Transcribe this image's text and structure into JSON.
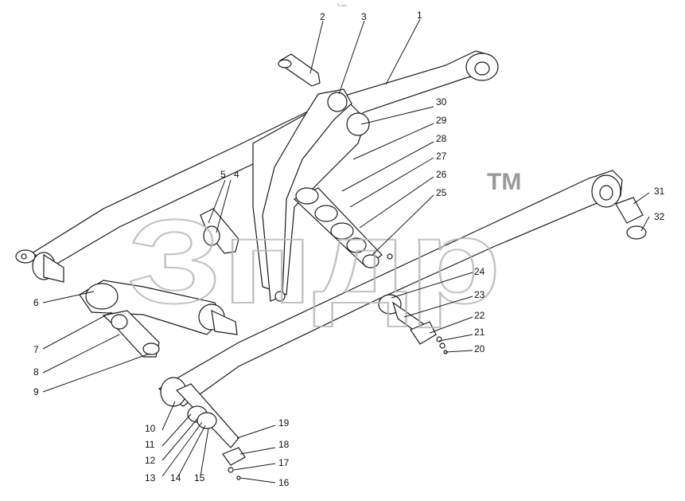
{
  "diagram": {
    "top_mark": "⁰ₙ ₘₘ",
    "watermark": {
      "text": "Зпдр",
      "tm": "TM"
    },
    "callouts": [
      {
        "label": "1"
      },
      {
        "label": "2"
      },
      {
        "label": "3"
      },
      {
        "label": "4"
      },
      {
        "label": "5"
      },
      {
        "label": "6"
      },
      {
        "label": "7"
      },
      {
        "label": "8"
      },
      {
        "label": "9"
      },
      {
        "label": "10"
      },
      {
        "label": "11"
      },
      {
        "label": "12"
      },
      {
        "label": "13"
      },
      {
        "label": "14"
      },
      {
        "label": "15"
      },
      {
        "label": "16"
      },
      {
        "label": "17"
      },
      {
        "label": "18"
      },
      {
        "label": "19"
      },
      {
        "label": "20"
      },
      {
        "label": "21"
      },
      {
        "label": "22"
      },
      {
        "label": "23"
      },
      {
        "label": "24"
      },
      {
        "label": "25"
      },
      {
        "label": "26"
      },
      {
        "label": "27"
      },
      {
        "label": "28"
      },
      {
        "label": "29"
      },
      {
        "label": "30"
      },
      {
        "label": "31"
      },
      {
        "label": "32"
      }
    ]
  }
}
